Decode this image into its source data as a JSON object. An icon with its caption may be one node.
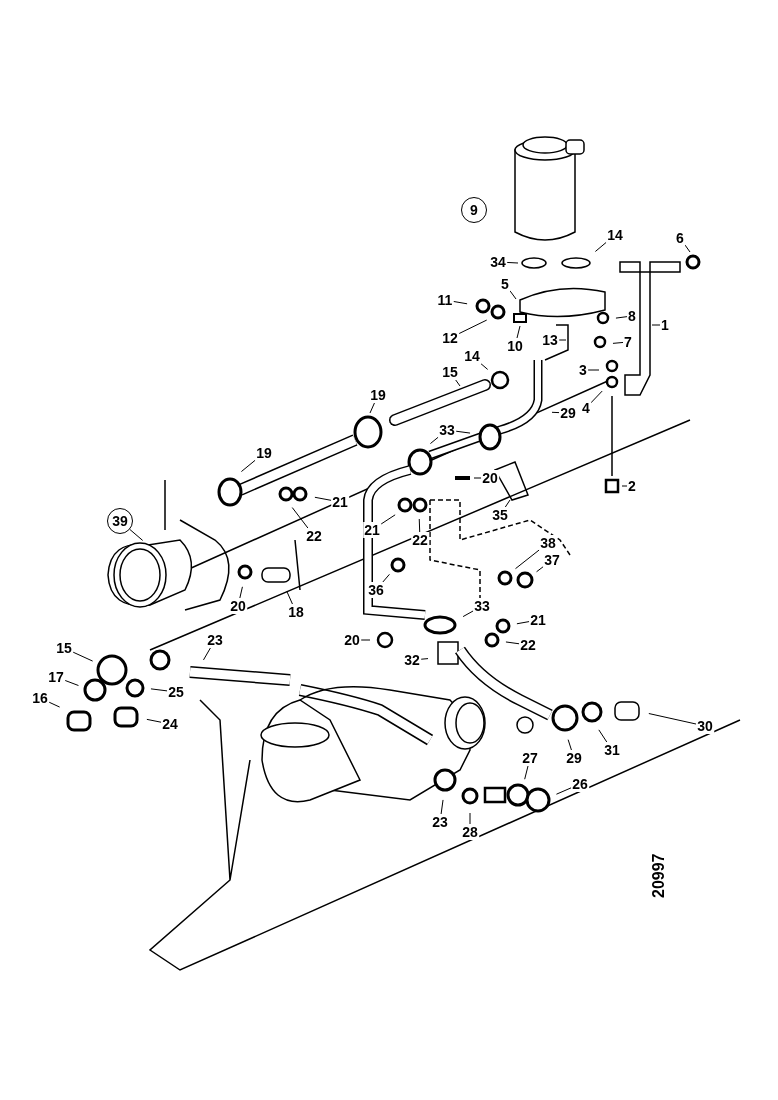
{
  "diagram": {
    "nodes": [
      {
        "text": [
          "9"
        ]
      },
      {
        "text": [
          "14"
        ]
      },
      {
        "text": [
          "6"
        ]
      },
      {
        "text": [
          "34"
        ]
      },
      {
        "text": [
          "5"
        ]
      },
      {
        "text": [
          "11"
        ]
      },
      {
        "text": [
          "12"
        ]
      },
      {
        "text": [
          "10"
        ]
      },
      {
        "text": [
          "13"
        ]
      },
      {
        "text": [
          "8"
        ]
      },
      {
        "text": [
          "7"
        ]
      },
      {
        "text": [
          "1"
        ]
      },
      {
        "text": [
          "3"
        ]
      },
      {
        "text": [
          "4"
        ]
      },
      {
        "text": [
          "14"
        ]
      },
      {
        "text": [
          "15"
        ]
      },
      {
        "text": [
          "29"
        ]
      },
      {
        "text": [
          "19"
        ]
      },
      {
        "text": [
          "19"
        ]
      },
      {
        "text": [
          "33"
        ]
      },
      {
        "text": [
          "20"
        ]
      },
      {
        "text": [
          "2"
        ]
      },
      {
        "text": [
          "35"
        ]
      },
      {
        "text": [
          "21"
        ]
      },
      {
        "text": [
          "22"
        ]
      },
      {
        "text": [
          "39"
        ]
      },
      {
        "text": [
          "21"
        ]
      },
      {
        "text": [
          "22"
        ]
      },
      {
        "text": [
          "36"
        ]
      },
      {
        "text": [
          "38"
        ]
      },
      {
        "text": [
          "37"
        ]
      },
      {
        "text": [
          "20"
        ]
      },
      {
        "text": [
          "18"
        ]
      },
      {
        "text": [
          "33"
        ]
      },
      {
        "text": [
          "21"
        ]
      },
      {
        "text": [
          "20"
        ]
      },
      {
        "text": [
          "22"
        ]
      },
      {
        "text": [
          "32"
        ]
      },
      {
        "text": [
          "15"
        ]
      },
      {
        "text": [
          "23"
        ]
      },
      {
        "text": [
          "17"
        ]
      },
      {
        "text": [
          "25"
        ]
      },
      {
        "text": [
          "16"
        ]
      },
      {
        "text": [
          "24"
        ]
      },
      {
        "text": [
          "30"
        ]
      },
      {
        "text": [
          "29"
        ]
      },
      {
        "text": [
          "31"
        ]
      },
      {
        "text": [
          "27"
        ]
      },
      {
        "text": [
          "26"
        ]
      },
      {
        "text": [
          "23"
        ]
      },
      {
        "text": [
          "28"
        ]
      }
    ],
    "edges": [
      {
        "from": 1,
        "to": null,
        "arrow": "none"
      },
      {
        "from": 2,
        "to": null,
        "arrow": "none"
      },
      {
        "from": 3,
        "to": null,
        "arrow": "none"
      },
      {
        "from": 4,
        "to": null,
        "arrow": "none"
      },
      {
        "from": 5,
        "to": null,
        "arrow": "none"
      },
      {
        "from": 6,
        "to": null,
        "arrow": "none"
      },
      {
        "from": 7,
        "to": null,
        "arrow": "none"
      },
      {
        "from": 8,
        "to": null,
        "arrow": "none"
      },
      {
        "from": 9,
        "to": null,
        "arrow": "none"
      },
      {
        "from": 10,
        "to": null,
        "arrow": "none"
      },
      {
        "from": 11,
        "to": null,
        "arrow": "none"
      },
      {
        "from": 12,
        "to": null,
        "arrow": "none"
      },
      {
        "from": 13,
        "to": null,
        "arrow": "none"
      },
      {
        "from": 14,
        "to": null,
        "arrow": "none"
      },
      {
        "from": 15,
        "to": null,
        "arrow": "none"
      },
      {
        "from": 16,
        "to": null,
        "arrow": "none"
      },
      {
        "from": 17,
        "to": null,
        "arrow": "none"
      },
      {
        "from": 18,
        "to": null,
        "arrow": "none"
      },
      {
        "from": 19,
        "to": null,
        "arrow": "none"
      },
      {
        "from": 19,
        "to": null,
        "arrow": "none"
      },
      {
        "from": 20,
        "to": null,
        "arrow": "none"
      },
      {
        "from": 21,
        "to": null,
        "arrow": "none"
      },
      {
        "from": 22,
        "to": null,
        "arrow": "none"
      },
      {
        "from": 23,
        "to": null,
        "arrow": "none"
      },
      {
        "from": 24,
        "to": null,
        "arrow": "none"
      },
      {
        "from": 25,
        "to": null,
        "arrow": "none"
      },
      {
        "from": 26,
        "to": null,
        "arrow": "none"
      },
      {
        "from": 27,
        "to": null,
        "arrow": "none"
      },
      {
        "from": 28,
        "to": null,
        "arrow": "none"
      },
      {
        "from": 29,
        "to": null,
        "arrow": "none"
      },
      {
        "from": 30,
        "to": null,
        "arrow": "none"
      },
      {
        "from": 31,
        "to": null,
        "arrow": "none"
      },
      {
        "from": 32,
        "to": null,
        "arrow": "none"
      },
      {
        "from": 33,
        "to": null,
        "arrow": "none"
      },
      {
        "from": 34,
        "to": null,
        "arrow": "none"
      },
      {
        "from": 35,
        "to": null,
        "arrow": "none"
      },
      {
        "from": 36,
        "to": null,
        "arrow": "none"
      },
      {
        "from": 37,
        "to": null,
        "arrow": "none"
      },
      {
        "from": 38,
        "to": null,
        "arrow": "none"
      },
      {
        "from": 39,
        "to": null,
        "arrow": "none"
      },
      {
        "from": 40,
        "to": null,
        "arrow": "none"
      },
      {
        "from": 41,
        "to": null,
        "arrow": "none"
      },
      {
        "from": 42,
        "to": null,
        "arrow": "none"
      },
      {
        "from": 43,
        "to": null,
        "arrow": "none"
      },
      {
        "from": 44,
        "to": null,
        "arrow": "none"
      },
      {
        "from": 45,
        "to": null,
        "arrow": "none"
      },
      {
        "from": 46,
        "to": null,
        "arrow": "none"
      },
      {
        "from": 47,
        "to": null,
        "arrow": "none"
      },
      {
        "from": 48,
        "to": null,
        "arrow": "none"
      },
      {
        "from": 49,
        "to": null,
        "arrow": "none"
      },
      {
        "from": 50,
        "to": null,
        "arrow": "none"
      }
    ],
    "labels": [
      "20997"
    ]
  }
}
